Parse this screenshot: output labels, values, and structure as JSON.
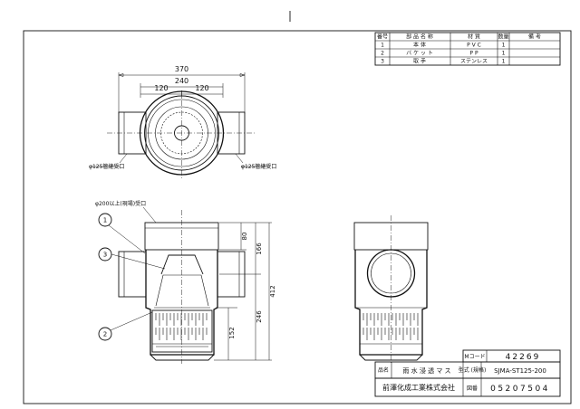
{
  "parts_table": {
    "headers": [
      "番号",
      "部 品 名 称",
      "材 質",
      "数量",
      "備 考"
    ],
    "rows": [
      {
        "no": "1",
        "name": "本 体",
        "material": "P V C",
        "qty": "1",
        "note": ""
      },
      {
        "no": "2",
        "name": "バ ケ ッ ト",
        "material": "P P",
        "qty": "1",
        "note": ""
      },
      {
        "no": "3",
        "name": "取 手",
        "material": "ステンレス",
        "qty": "1",
        "note": ""
      }
    ]
  },
  "plan_view": {
    "dim_total": "370",
    "dim_mid": "240",
    "dim_left": "120",
    "dim_right": "120",
    "inlet_left": "φ125管継受口",
    "inlet_right": "φ125管継受口"
  },
  "front_view": {
    "top_label": "φ200以上(現場)受口",
    "dim_80": "80",
    "dim_166": "166",
    "dim_412": "412",
    "dim_246": "246",
    "dim_152": "152",
    "callouts": [
      "1",
      "3",
      "2"
    ]
  },
  "title_block": {
    "mcode_label": "Mコード",
    "mcode_value": "42269",
    "name_label": "品名",
    "name_value": "雨 水 浸 透 マ ス",
    "model_label": "型式 (規格)",
    "model_value": "SJMA-ST125-200",
    "drawing_label": "図番",
    "drawing_value": "05207504",
    "company": "前澤化成工業株式会社"
  }
}
